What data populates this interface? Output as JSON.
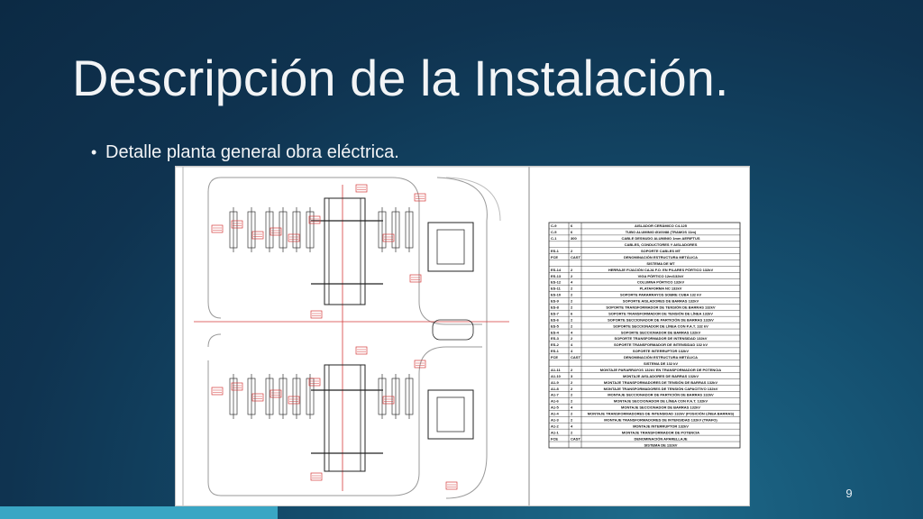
{
  "slide": {
    "title": "Descripción de la Instalación.",
    "bullet": "Detalle planta general obra eléctrica.",
    "page_number": "9",
    "accent_color": "#3aa6c4"
  },
  "drawing": {
    "legend_rows": [
      {
        "code": "C-9",
        "qty": "6",
        "desc": "AISLADOR CERÁMICO C4-125"
      },
      {
        "code": "C-5",
        "qty": "6",
        "desc": "TUBO ALUMINIO Ø100/88 (TRAMOS 11m)"
      },
      {
        "code": "C-1",
        "qty": "300",
        "desc": "CABLE DESNUDO ALUMINIO 1mm AERIFTUS"
      },
      {
        "code": "",
        "qty": "",
        "desc": "CABLES, CONDUCTORES Y AISLADORES"
      },
      {
        "code": "ES-1",
        "qty": "2",
        "desc": "SOPORTE CABLES MT"
      },
      {
        "code": "FCE",
        "qty": "CAST",
        "desc": "DENOMINACIÓN ESTRUCTURA METÁLICA"
      },
      {
        "code": "",
        "qty": "",
        "desc": "SISTEMA DE MT"
      },
      {
        "code": "ES-14",
        "qty": "2",
        "desc": "HERRAJE FIJACIÓN CAJA F.O. EN PILARES PÓRTICO 132kV"
      },
      {
        "code": "ES-13",
        "qty": "2",
        "desc": "VIGA PÓRTICO 12m/132kV"
      },
      {
        "code": "ES-12",
        "qty": "4",
        "desc": "COLUMNA PÓRTICO 132kV"
      },
      {
        "code": "ES-11",
        "qty": "2",
        "desc": "PLATAFORMA NC 132kV"
      },
      {
        "code": "ES-10",
        "qty": "2",
        "desc": "SOPORTE PARARRAYOS SOBRE CUBA 132 kV"
      },
      {
        "code": "ES-9",
        "qty": "2",
        "desc": "SOPORTE AISLADORES DE BARRAS 132kV"
      },
      {
        "code": "ES-8",
        "qty": "2",
        "desc": "SOPORTE TRANSFORMADOR DE TENSIÓN DE BARRAS 132kV"
      },
      {
        "code": "ES-7",
        "qty": "6",
        "desc": "SOPORTE TRANSFORMADOR DE TENSIÓN DE LÍNEA 132kV"
      },
      {
        "code": "ES-6",
        "qty": "2",
        "desc": "SOPORTE SECCIONADOR DE PARTICIÓN DE BARRAS 132kV"
      },
      {
        "code": "ES-5",
        "qty": "2",
        "desc": "SOPORTE SECCIONADOR DE LÍNEA CON P.A.T. 132 kV"
      },
      {
        "code": "ES-4",
        "qty": "4",
        "desc": "SOPORTE SECCIONADOR DE BARRAS 132kV"
      },
      {
        "code": "ES-3",
        "qty": "2",
        "desc": "SOPORTE TRANSFORMADOR DE INTENSIDAD 132kV"
      },
      {
        "code": "ES-2",
        "qty": "4",
        "desc": "SOPORTE TRANSFORMADOR DE INTENSIDAD 132 kV"
      },
      {
        "code": "ES-1",
        "qty": "4",
        "desc": "SOPORTE INTERRUPTOR 132kV"
      },
      {
        "code": "FCE",
        "qty": "CAST",
        "desc": "DENOMINACIÓN ESTRUCTURA METÁLICA"
      },
      {
        "code": "",
        "qty": "",
        "desc": "SISTEMA DE 132 kV"
      },
      {
        "code": "A1-11",
        "qty": "2",
        "desc": "MONTAJE PARARRAYOS 132kV EN TRANSFORMADOR DE POTENCIA"
      },
      {
        "code": "A1-10",
        "qty": "3",
        "desc": "MONTAJE AISLADORES DE BARRAS 132kV"
      },
      {
        "code": "A1-9",
        "qty": "2",
        "desc": "MONTAJE TRANSFORMADORES DE TENSIÓN DE BARRAS 132kV"
      },
      {
        "code": "A1-8",
        "qty": "2",
        "desc": "MONTAJE TRANSFORMADORES DE TENSIÓN CAPACITIVO 132kV"
      },
      {
        "code": "A1-7",
        "qty": "2",
        "desc": "MONTAJE SECCIONADOR DE PARTICIÓN DE BARRAS 132kV"
      },
      {
        "code": "A1-6",
        "qty": "2",
        "desc": "MONTAJE SECCIONADOR DE LÍNEA CON P.A.T. 132kV"
      },
      {
        "code": "A1-5",
        "qty": "4",
        "desc": "MONTAJE SECCIONADOR DE BARRAS 132kV"
      },
      {
        "code": "A1-4",
        "qty": "2",
        "desc": "MONTAJE TRANSFORMADORES DE INTENSIDAD 132kV (POSICIÓN LÍNEA BARRAS)"
      },
      {
        "code": "A1-3",
        "qty": "2",
        "desc": "MONTAJE TRANSFORMADORES DE INTENSIDAD 132kV (TRAFO)"
      },
      {
        "code": "A1-2",
        "qty": "4",
        "desc": "MONTAJE INTERRUPTOR 132kV"
      },
      {
        "code": "A1-1",
        "qty": "2",
        "desc": "MONTAJE TRANSFORMADOR DE POTENCIA"
      },
      {
        "code": "FCE",
        "qty": "CAST",
        "desc": "DENOMINACIÓN APARELLAJE"
      },
      {
        "code": "",
        "qty": "",
        "desc": "SISTEMA DE 132kV"
      }
    ]
  }
}
